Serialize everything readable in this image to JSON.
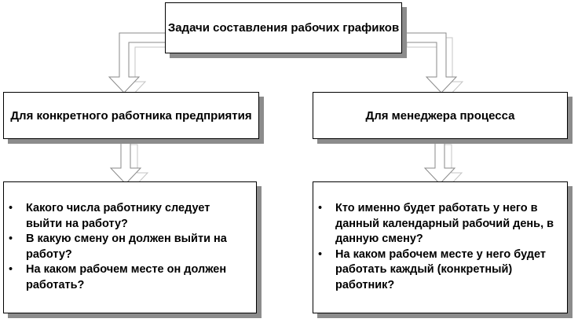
{
  "diagram": {
    "root": {
      "title": "Задачи составления рабочих графиков"
    },
    "branches": [
      {
        "title": "Для конкретного работника предприятия",
        "items": [
          "Какого числа работнику следует выйти на работу?",
          "В какую смену он должен выйти на работу?",
          "На каком рабочем месте он должен работать?"
        ]
      },
      {
        "title": "Для менеджера процесса",
        "items": [
          "Кто именно будет работать у него в данный календарный рабочий день, в данную смену?",
          "На каком рабочем месте у него будет работать каждый (конкретный) работник?"
        ]
      }
    ]
  },
  "colors": {
    "border": "#000000",
    "shadow": "#8c8c8c",
    "arrow_outline": "#9a9a9a"
  }
}
